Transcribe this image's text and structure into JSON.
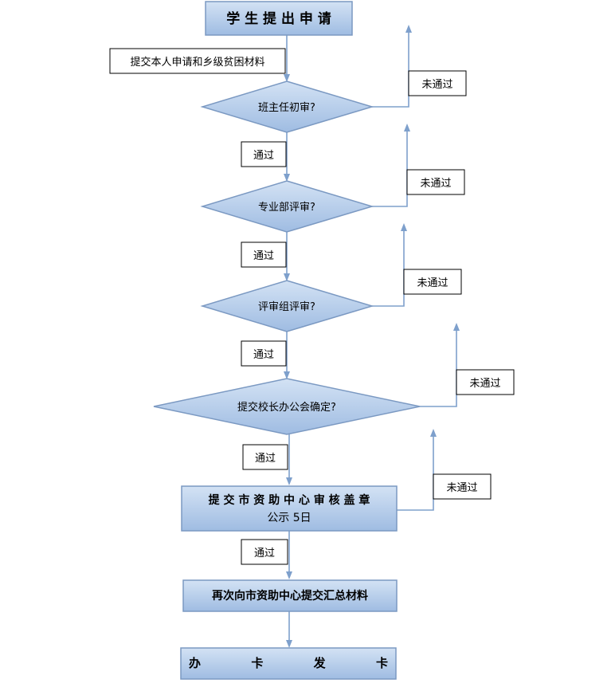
{
  "flow": {
    "start": "学 生 提 出 申 请",
    "submit_note": "提交本人申请和乡级贫困材料",
    "decision1": "班主任初审?",
    "decision2": "专业部评审?",
    "decision3": "评审组评审?",
    "decision4": "提交校长办公会确定?",
    "step_city_line1": "提 交 市 资 助 中 心 审 核 盖 章",
    "step_city_line2": "公示 5日",
    "step_resubmit": "再次向市资助中心提交汇总材料",
    "step_card": "办 卡 发 卡",
    "pass_label": "通过",
    "fail_label": "未通过"
  },
  "colors": {
    "box_fill_top": "#c9daf0",
    "box_fill_bottom": "#9bb9e0",
    "box_stroke": "#7b99c2",
    "connector": "#7ea0cc"
  }
}
